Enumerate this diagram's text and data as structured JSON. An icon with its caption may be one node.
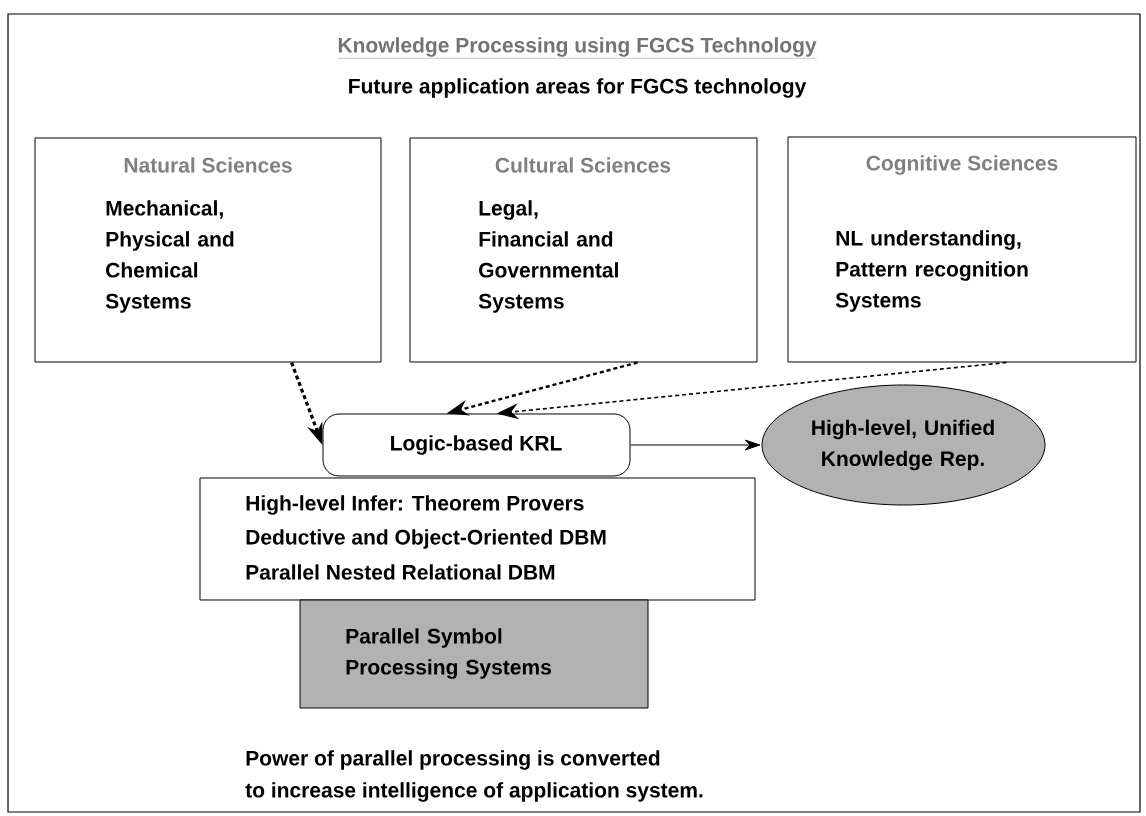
{
  "diagram": {
    "title": "Knowledge Processing using FGCS Technology",
    "nodes": [
      {
        "text": [
          "Natural Sciences",
          "Mechanical, Physical and Chemical Systems"
        ]
      },
      {
        "text": [
          "Cultural Sciences",
          "Legal, Financial and Governmental Systems"
        ]
      },
      {
        "text": [
          "Cognitive Sciences",
          "NL understanding, Pattern recognition Systems"
        ]
      },
      {
        "text": [
          "Logic-based KRL"
        ]
      },
      {
        "text": [
          "High-level, Unified Knowledge Rep."
        ]
      },
      {
        "text": [
          "High-level Infer: Theorem Provers",
          "Deductive and Object-Oriented DBM",
          "Parallel Nested Relational DBM"
        ]
      },
      {
        "text": [
          "Parallel Symbol Processing Systems"
        ]
      }
    ],
    "edges": [
      {
        "from": 0,
        "to": 3,
        "arrow": "to",
        "style": "dashed"
      },
      {
        "from": 1,
        "to": 3,
        "arrow": "to",
        "style": "dashed"
      },
      {
        "from": 2,
        "to": 3,
        "arrow": "to",
        "style": "dashed"
      },
      {
        "from": 3,
        "to": 4,
        "arrow": "to"
      }
    ],
    "labels": [
      "Future application areas for FGCS technology",
      "Power of parallel processing is converted",
      "to increase intelligence of application system."
    ]
  }
}
